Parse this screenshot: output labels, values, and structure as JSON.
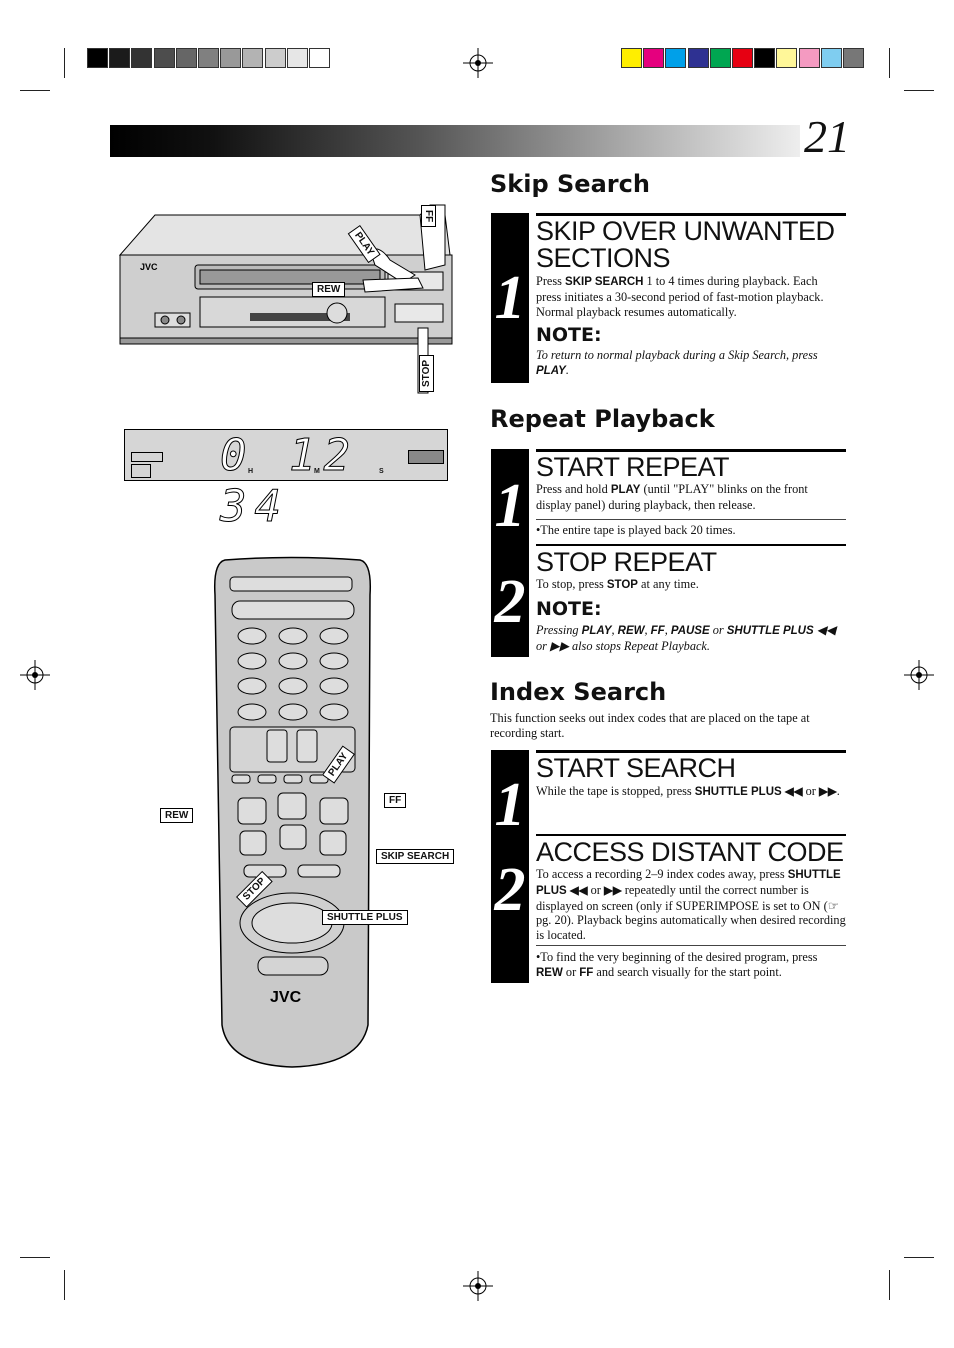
{
  "page": {
    "number": "21",
    "colors": {
      "gray_swatches": [
        "#000000",
        "#1b1b1b",
        "#333333",
        "#4d4d4d",
        "#666666",
        "#808080",
        "#999999",
        "#b3b3b3",
        "#cccccc",
        "#e6e6e6",
        "#ffffff"
      ],
      "color_swatches": [
        "#ffee00",
        "#e5007e",
        "#00a0e9",
        "#2e3192",
        "#00a651",
        "#e60012",
        "#000000",
        "#fff799",
        "#f49ac1",
        "#7fcdf0",
        "#777777"
      ]
    }
  },
  "skip_search": {
    "title": "Skip Search",
    "step1": {
      "number": "1",
      "title_line1": "SKIP OVER UNWANTED",
      "title_line2": "SECTIONS",
      "text_a": "Press ",
      "text_b": "SKIP SEARCH",
      "text_c": " 1 to 4 times during playback. Each press initiates a 30-second period of fast-motion playback. Normal playback resumes automatically.",
      "note_label": "NOTE:",
      "note_a": "To return to normal playback during a Skip Search, press ",
      "note_b": "PLAY",
      "note_c": "."
    }
  },
  "repeat_playback": {
    "title": "Repeat Playback",
    "step1": {
      "number": "1",
      "title": "START REPEAT",
      "text_a": "Press and hold ",
      "text_b": "PLAY",
      "text_c": " (until \"PLAY\" blinks on the front display panel) during playback, then release.",
      "bullet": "•The entire tape is played back 20 times."
    },
    "step2": {
      "number": "2",
      "title": "STOP REPEAT",
      "text_a": "To stop, press ",
      "text_b": "STOP",
      "text_c": " at any time.",
      "note_label": "NOTE:",
      "note_a": "Pressing ",
      "note_b": "PLAY",
      "note_c": ", ",
      "note_d": "REW",
      "note_e": ", ",
      "note_f": "FF",
      "note_g": ", ",
      "note_h": "PAUSE",
      "note_i": " or ",
      "note_j": "SHUTTLE PLUS",
      "note_k": "◀◀ or ▶▶ also stops Repeat Playback."
    }
  },
  "index_search": {
    "title": "Index Search",
    "intro": "This function seeks out index codes that are placed on the tape at recording start.",
    "step1": {
      "number": "1",
      "title": "START SEARCH",
      "text_a": "While the tape is stopped, press ",
      "text_b": "SHUTTLE PLUS ◀◀",
      "text_c": " or ",
      "text_d": "▶▶",
      "text_e": "."
    },
    "step2": {
      "number": "2",
      "title": "ACCESS DISTANT CODE",
      "text_a": "To access a recording 2–9 index codes away, press ",
      "text_b": "SHUTTLE PLUS ◀◀",
      "text_c": " or ",
      "text_d": "▶▶",
      "text_e": " repeatedly until the correct number  is displayed on screen (only if SUPERIMPOSE is set to ON (☞ pg. 20). Playback begins automatically when desired recording is located.",
      "bullet_a": "•To find the very beginning of the desired program, press ",
      "bullet_b": "REW",
      "bullet_c": " or ",
      "bullet_d": "FF",
      "bullet_e": " and search visually for the start point."
    }
  },
  "vcr_illustration": {
    "brand": "JVC",
    "labels": {
      "play": "PLAY",
      "ff": "FF",
      "rew": "REW",
      "stop": "STOP"
    }
  },
  "display_panel": {
    "time_digits": "0 12 34",
    "units": {
      "h": "H",
      "m": "M",
      "s": "S"
    }
  },
  "remote_illustration": {
    "brand": "JVC",
    "callouts": {
      "rew": "REW",
      "ff": "FF",
      "play": "PLAY",
      "skip_search": "SKIP SEARCH",
      "stop": "STOP",
      "shuttle_plus": "SHUTTLE PLUS"
    }
  }
}
